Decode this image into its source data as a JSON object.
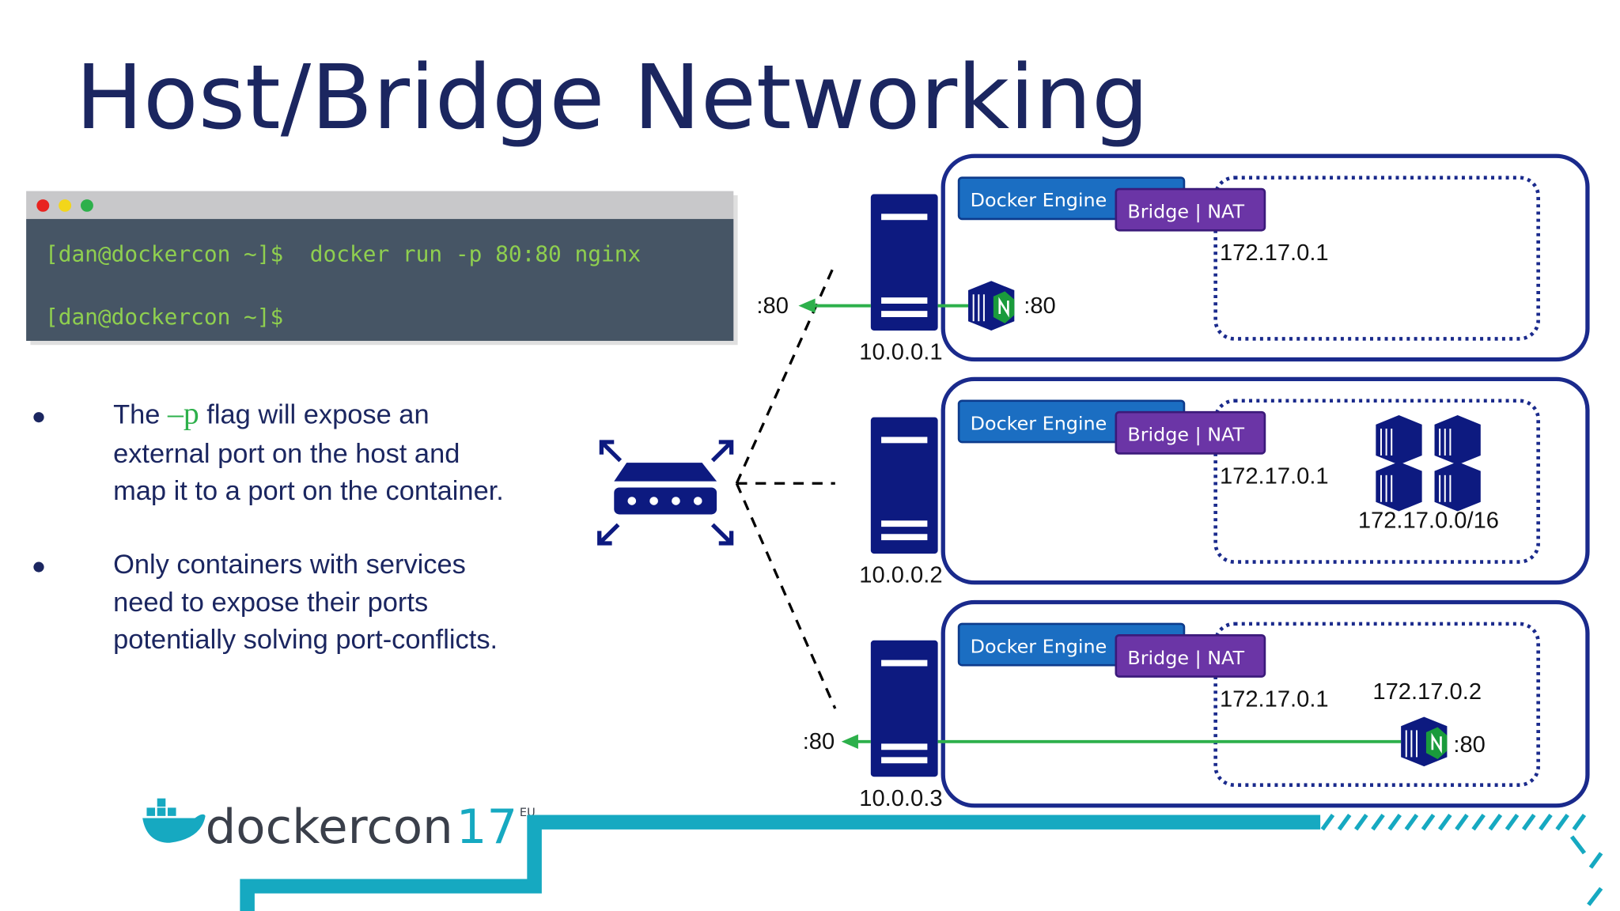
{
  "title": "Host/Bridge Networking",
  "terminal": {
    "lines": [
      "[dan@dockercon ~]$  docker run -p 80:80 nginx",
      "[dan@dockercon ~]$"
    ],
    "dots": [
      "#e8231f",
      "#f2d61a",
      "#2db04b"
    ]
  },
  "bullets": [
    {
      "pre": "The ",
      "flag": "–p",
      "post": " flag will expose an",
      "lines": [
        "external port on the host and",
        "map it to a port on the container."
      ]
    },
    {
      "lines": [
        "Only containers with services",
        "need to expose their ports",
        "potentially solving port-conflicts."
      ]
    }
  ],
  "hosts": [
    {
      "ip": "10.0.0.1",
      "engine": "Docker Engine",
      "bridge": "Bridge | NAT",
      "gateway": "172.17.0.1",
      "host_port": ":80",
      "container_port": ":80"
    },
    {
      "ip": "10.0.0.2",
      "engine": "Docker Engine",
      "bridge": "Bridge | NAT",
      "gateway": "172.17.0.1",
      "subnet": "172.17.0.0/16"
    },
    {
      "ip": "10.0.0.3",
      "engine": "Docker Engine",
      "bridge": "Bridge | NAT",
      "gateway": "172.17.0.1",
      "container_ip": "172.17.0.2",
      "host_port": ":80",
      "container_port": ":80"
    }
  ],
  "logo": {
    "text": "dockercon",
    "edition": "17",
    "region": "EU"
  },
  "colors": {
    "navy": "#0d1a80",
    "engine": "#1b6ec2",
    "bridge": "#6b35a6",
    "green": "#2db04b",
    "teal": "#16a9c1"
  }
}
